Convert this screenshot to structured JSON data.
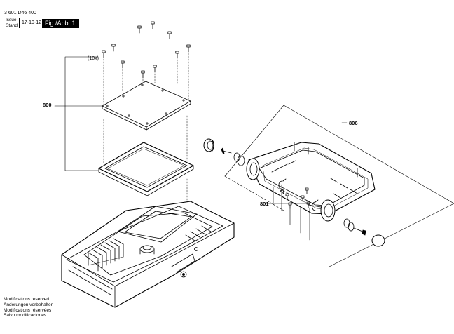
{
  "header": {
    "part_code": "3 601 D46 400",
    "issue_label": "Issue",
    "stand_label": "Stand",
    "date": "17-10-12",
    "figure_label": "Fig./Abb. 1"
  },
  "callouts": {
    "quantity": "(10x)",
    "part_800": "800",
    "part_806": "806",
    "part_801": "801"
  },
  "footer": {
    "lines": [
      "Modifications reserved",
      "Änderungen vorbehalten",
      "Modifications réservées",
      "Salvo modificaciones"
    ]
  }
}
